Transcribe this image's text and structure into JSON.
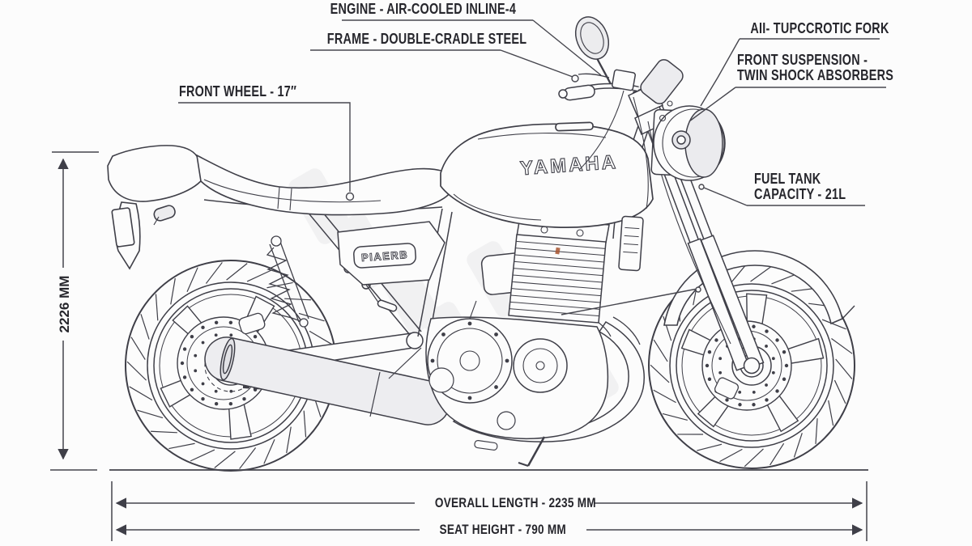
{
  "diagram": {
    "callouts": {
      "engine": "ENGINE - AIR-COOLED INLINE-4",
      "frame": "FRAME - DOUBLE-CRADLE STEEL",
      "front_wheel": "FRONT WHEEL - 17″",
      "fork": "AII- TUPCCROTIC FORK",
      "front_suspension_line1": "FRONT SUSPENSION -",
      "front_suspension_line2": "TWIN SHOCK ABSORBERS",
      "fuel_tank_line1": "FUEL TANK",
      "fuel_tank_line2": "CAPACITY - 21L"
    },
    "dimensions": {
      "overall_height": "2226 MM",
      "overall_length": "OVERALL LENGTH - 2235 MM",
      "seat_height": "SEAT HEIGHT - 790 MM"
    },
    "bike": {
      "tank_logo": "YAMAHA",
      "side_badge": "PIAERB"
    },
    "colors": {
      "line": "#3f3f48",
      "label": "#26262c",
      "background": "#fcfcfc",
      "shade": "#ebebee"
    }
  }
}
